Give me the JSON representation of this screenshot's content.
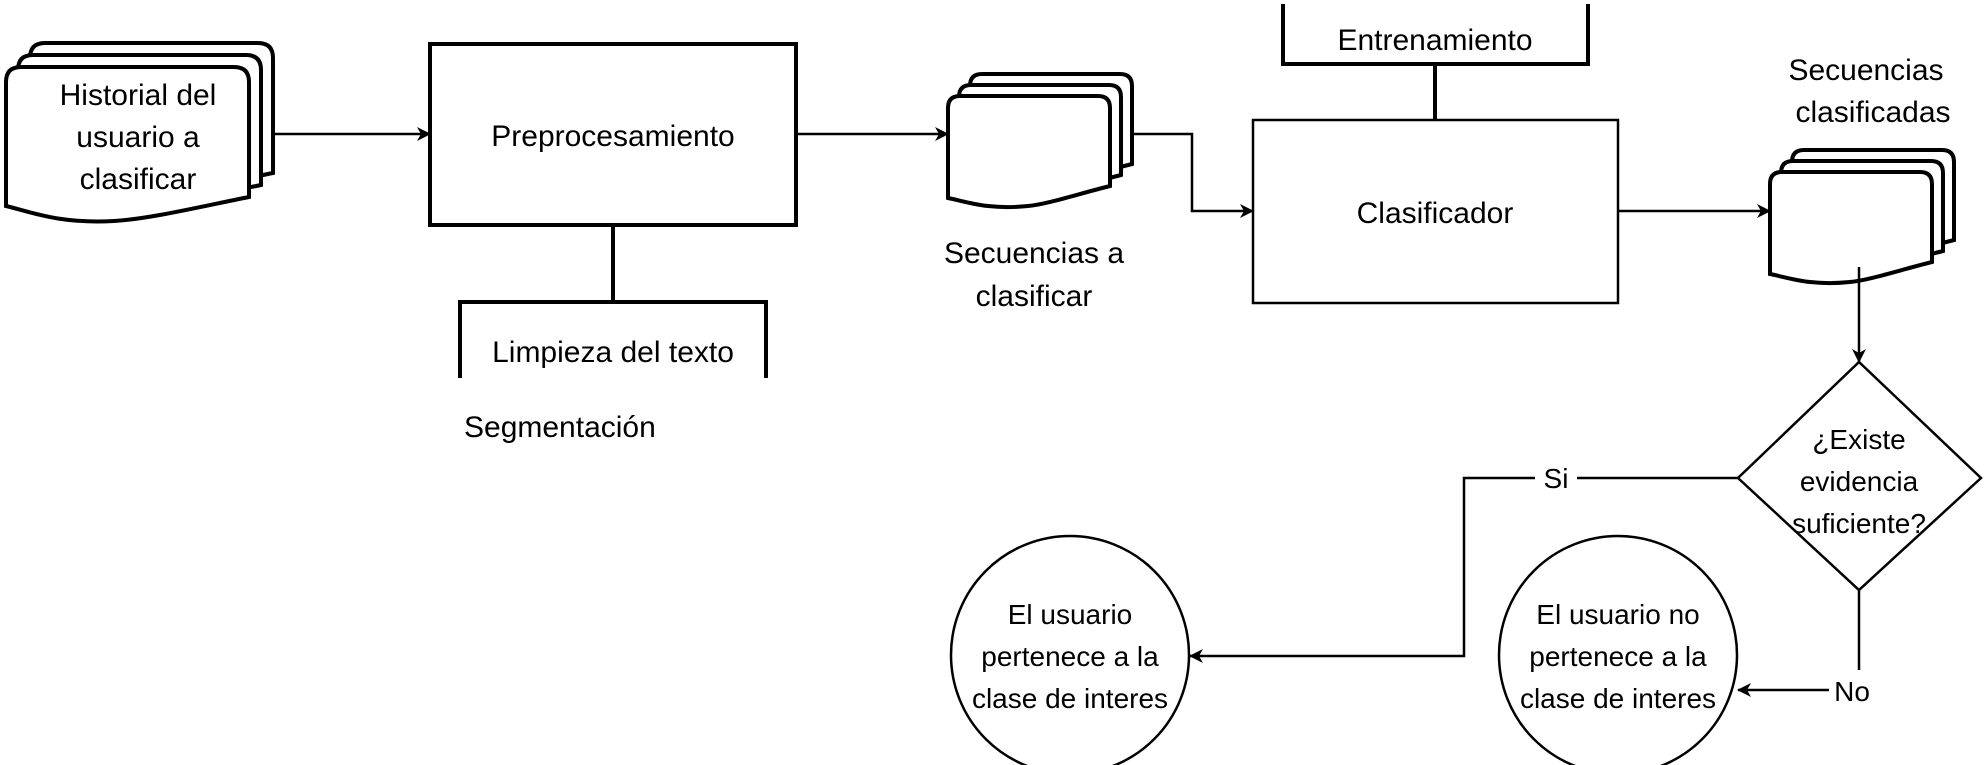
{
  "colors": {
    "stroke": "#000000",
    "fill": "#ffffff",
    "text": "#000000"
  },
  "nodes": {
    "historial": {
      "line1": "Historial del",
      "line2": "usuario a",
      "line3": "clasificar"
    },
    "preprocesamiento": {
      "label": "Preprocesamiento"
    },
    "limpieza": {
      "label": "Limpieza del texto"
    },
    "segmentacion": {
      "label": "Segmentación"
    },
    "secuencias_a_clasificar": {
      "line1": "Secuencias a",
      "line2": "clasificar"
    },
    "entrenamiento": {
      "label": "Entrenamiento"
    },
    "clasificador": {
      "label": "Clasificador"
    },
    "secuencias_clasificadas": {
      "line1": "Secuencias",
      "line2": "clasificadas"
    },
    "decision": {
      "line1": "¿Existe",
      "line2": "evidencia",
      "line3": "suficiente?"
    },
    "pertenece": {
      "line1": "El usuario",
      "line2": "pertenece a la",
      "line3": "clase de interes"
    },
    "no_pertenece": {
      "line1": "El usuario no",
      "line2": "pertenece a la",
      "line3": "clase de interes"
    }
  },
  "edges": {
    "si_label": "Si",
    "no_label": "No"
  }
}
